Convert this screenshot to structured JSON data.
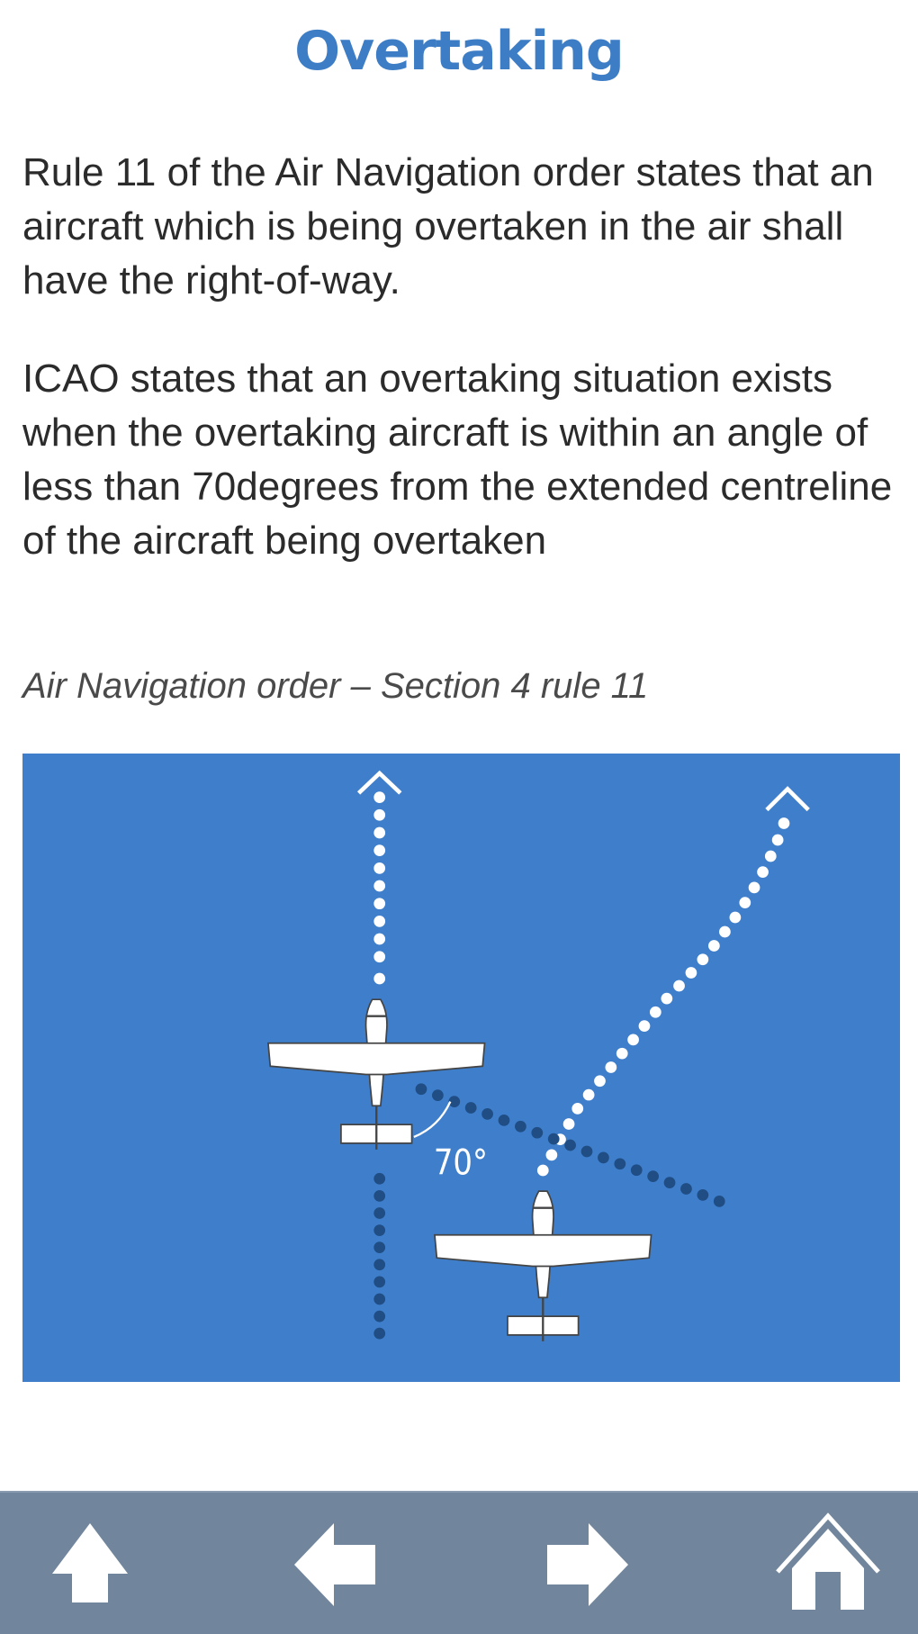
{
  "title": "Overtaking",
  "paragraphs": [
    "Rule 11 of the Air Navigation order states that an aircraft which is being overtaken in the air shall have the right-of-way.",
    "ICAO states that an overtaking situation exists when the overtaking aircraft is within an angle of less than 70degrees from the extended centreline of the aircraft being overtaken"
  ],
  "caption": "Air Navigation order – Section 4 rule 11",
  "diagram": {
    "angle_label": "70°",
    "background_color": "#3e7ecb"
  },
  "nav": {
    "icons": [
      "arrow-up-icon",
      "arrow-left-icon",
      "arrow-right-icon",
      "home-icon"
    ],
    "background_color": "#71869c"
  }
}
